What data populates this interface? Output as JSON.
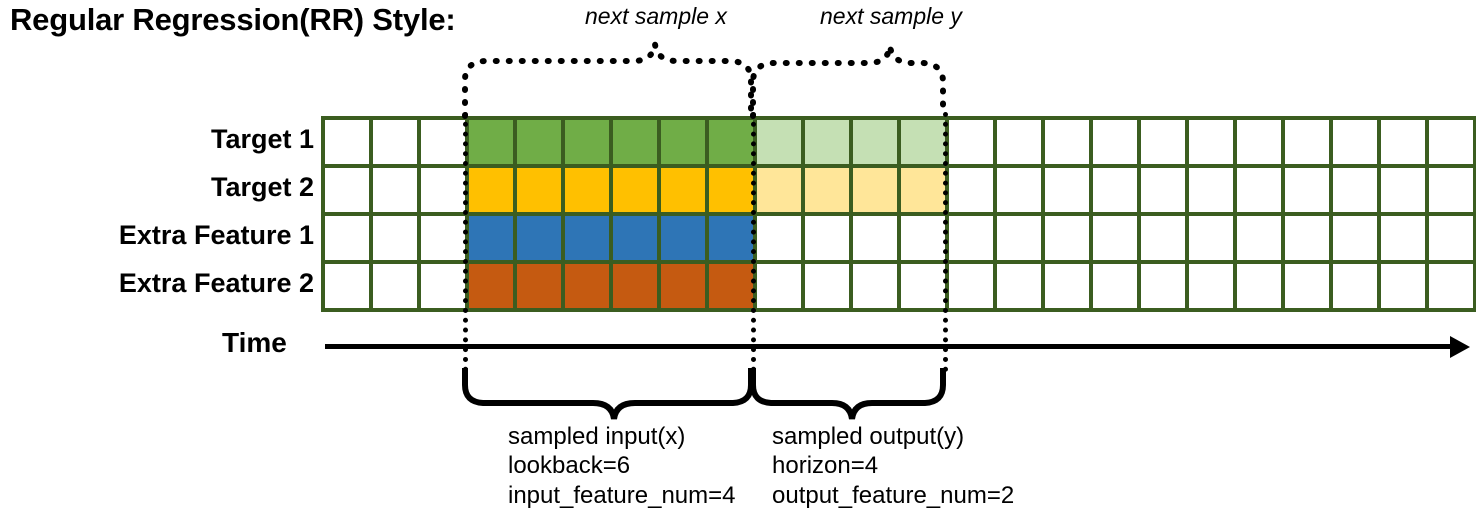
{
  "title": "Regular Regression(RR) Style:",
  "row_labels": [
    {
      "name": "target-1",
      "label": "Target 1"
    },
    {
      "name": "target-2",
      "label": "Target 2"
    },
    {
      "name": "extra-feature-1",
      "label": "Extra Feature 1"
    },
    {
      "name": "extra-feature-2",
      "label": "Extra Feature 2"
    }
  ],
  "axis": {
    "label": "Time",
    "direction": "right"
  },
  "top_annotations": [
    {
      "name": "next-sample-x",
      "label": "next sample x"
    },
    {
      "name": "next-sample-y",
      "label": "next sample y"
    }
  ],
  "bottom_annotations": [
    {
      "name": "sampled-input",
      "line1": "sampled input(x)",
      "line2": "lookback=6",
      "line3": "input_feature_num=4"
    },
    {
      "name": "sampled-output",
      "line1": "sampled output(y)",
      "line2": "horizon=4",
      "line3": "output_feature_num=2"
    }
  ],
  "colors": {
    "grid_border": "#3b5d20",
    "empty_cell": "#ffffff",
    "target1_input": "#70ad47",
    "target1_output": "#c5e0b4",
    "target2_input": "#ffc000",
    "target2_output": "#ffe699",
    "extra1_input": "#2e75b6",
    "extra2_input": "#c55a11",
    "line": "#000000"
  },
  "chart_data": {
    "type": "heatmap",
    "title": "Regular Regression(RR) Style:",
    "columns": 24,
    "rows": 4,
    "row_names": [
      "Target 1",
      "Target 2",
      "Extra Feature 1",
      "Extra Feature 2"
    ],
    "lookback": 6,
    "horizon": 4,
    "input_feature_num": 4,
    "output_feature_num": 2,
    "input_start_column": 4,
    "input_end_column": 9,
    "output_start_column": 10,
    "output_end_column": 13,
    "cell_fills": [
      [
        "#ffffff",
        "#ffffff",
        "#ffffff",
        "#70ad47",
        "#70ad47",
        "#70ad47",
        "#70ad47",
        "#70ad47",
        "#70ad47",
        "#c5e0b4",
        "#c5e0b4",
        "#c5e0b4",
        "#c5e0b4",
        "#ffffff",
        "#ffffff",
        "#ffffff",
        "#ffffff",
        "#ffffff",
        "#ffffff",
        "#ffffff",
        "#ffffff",
        "#ffffff",
        "#ffffff",
        "#ffffff"
      ],
      [
        "#ffffff",
        "#ffffff",
        "#ffffff",
        "#ffc000",
        "#ffc000",
        "#ffc000",
        "#ffc000",
        "#ffc000",
        "#ffc000",
        "#ffe699",
        "#ffe699",
        "#ffe699",
        "#ffe699",
        "#ffffff",
        "#ffffff",
        "#ffffff",
        "#ffffff",
        "#ffffff",
        "#ffffff",
        "#ffffff",
        "#ffffff",
        "#ffffff",
        "#ffffff",
        "#ffffff"
      ],
      [
        "#ffffff",
        "#ffffff",
        "#ffffff",
        "#2e75b6",
        "#2e75b6",
        "#2e75b6",
        "#2e75b6",
        "#2e75b6",
        "#2e75b6",
        "#ffffff",
        "#ffffff",
        "#ffffff",
        "#ffffff",
        "#ffffff",
        "#ffffff",
        "#ffffff",
        "#ffffff",
        "#ffffff",
        "#ffffff",
        "#ffffff",
        "#ffffff",
        "#ffffff",
        "#ffffff",
        "#ffffff"
      ],
      [
        "#ffffff",
        "#ffffff",
        "#ffffff",
        "#c55a11",
        "#c55a11",
        "#c55a11",
        "#c55a11",
        "#c55a11",
        "#c55a11",
        "#ffffff",
        "#ffffff",
        "#ffffff",
        "#ffffff",
        "#ffffff",
        "#ffffff",
        "#ffffff",
        "#ffffff",
        "#ffffff",
        "#ffffff",
        "#ffffff",
        "#ffffff",
        "#ffffff",
        "#ffffff",
        "#ffffff"
      ]
    ]
  }
}
